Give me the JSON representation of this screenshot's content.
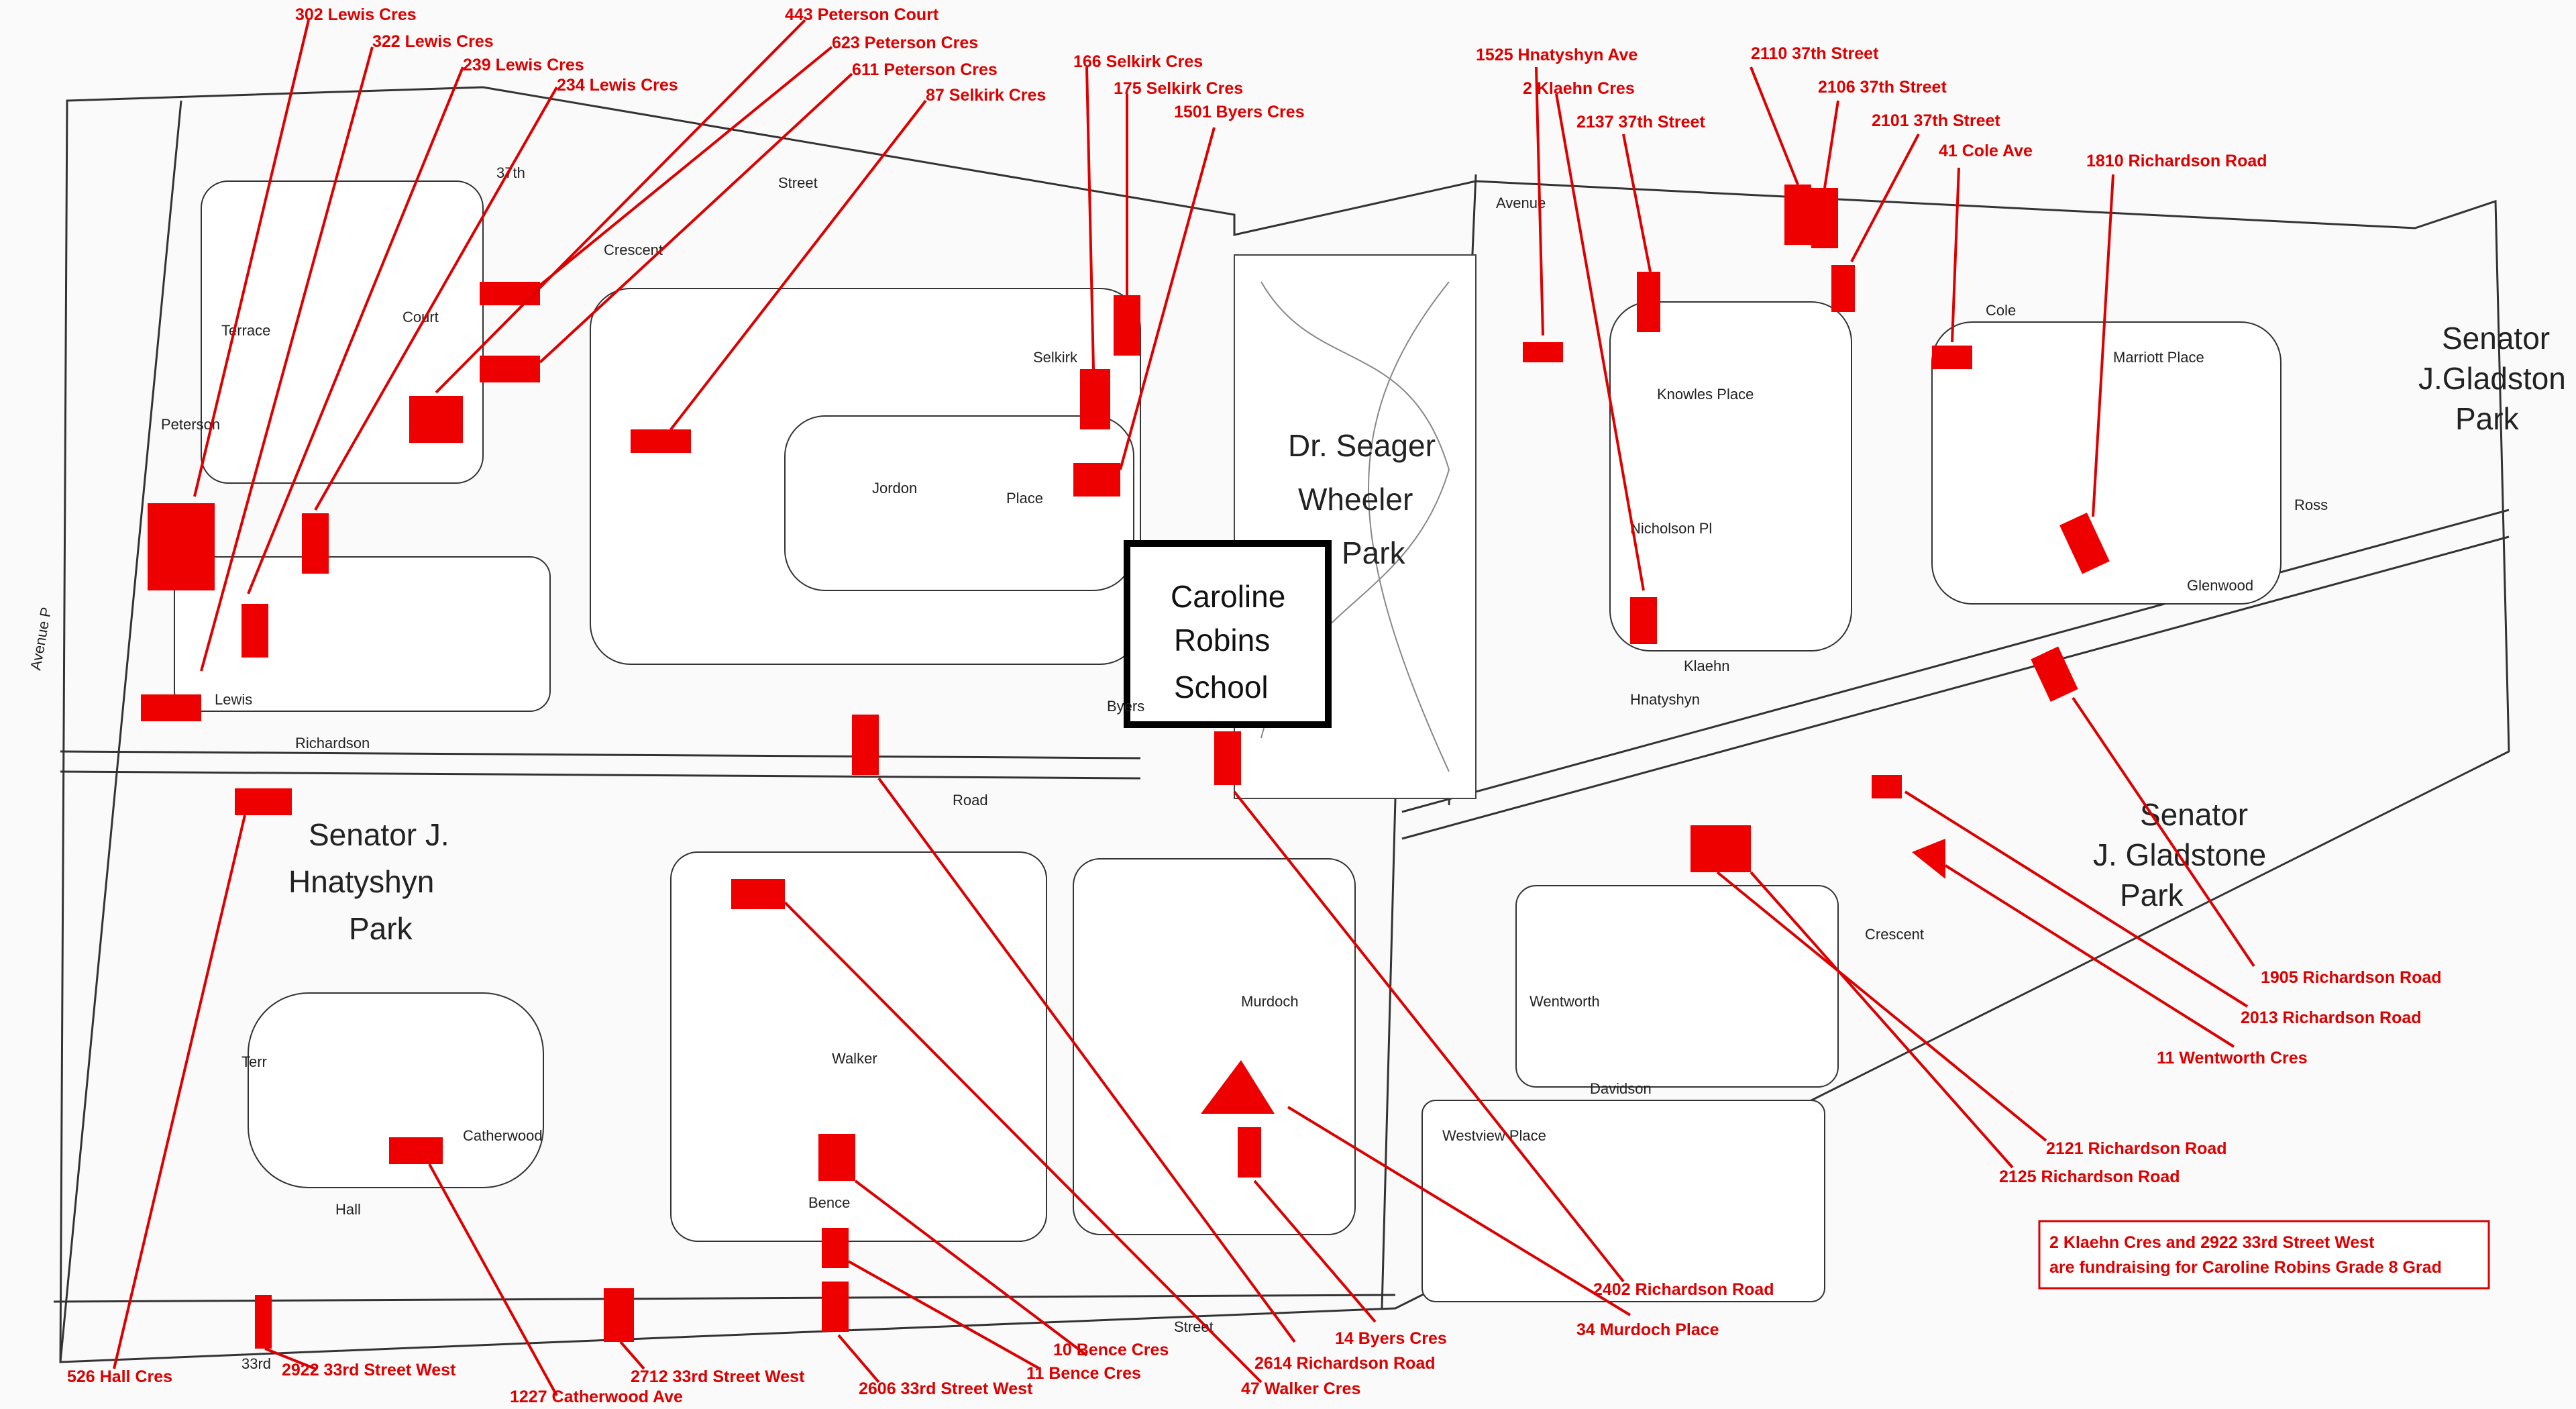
{
  "parks": [
    "Dr. Seager Wheeler Park",
    "Senator J. Hnatyshyn Park",
    "Senator J. Gladstone Park",
    "Senator J.Gladston Park"
  ],
  "school": "Caroline Robins School",
  "streets": [
    "37th",
    "Street",
    "Peterson",
    "Court",
    "Crescent",
    "Terrace",
    "Selkirk",
    "Jordon",
    "Place",
    "Byers",
    "Richardson",
    "Road",
    "Lewis",
    "Avenue",
    "Hnatyshyn",
    "Klaehn",
    "Knowles Place",
    "Nicholson Pl",
    "Cole",
    "Marriott Place",
    "Glenwood",
    "Ross",
    "Wentworth",
    "Davidson",
    "Westview Place",
    "Murdoch",
    "Walker",
    "Bence",
    "Hall",
    "Catherwood",
    "Terr",
    "33rd",
    "Avenue P",
    "Crescent",
    "Street"
  ],
  "addresses": [
    "302 Lewis Cres",
    "322 Lewis Cres",
    "239 Lewis Cres",
    "234 Lewis Cres",
    "443 Peterson Court",
    "623 Peterson Cres",
    "611 Peterson Cres",
    "87 Selkirk Cres",
    "166 Selkirk Cres",
    "175 Selkirk Cres",
    "1501 Byers Cres",
    "1525 Hnatyshyn Ave",
    "2 Klaehn Cres",
    "2137 37th Street",
    "2110 37th Street",
    "2106 37th Street",
    "2101 37th Street",
    "41 Cole Ave",
    "1810 Richardson Road",
    "1905 Richardson Road",
    "2013 Richardson Road",
    "11 Wentworth Cres",
    "2121 Richardson Road",
    "2125 Richardson Road",
    "2402 Richardson Road",
    "34 Murdoch Place",
    "14 Byers Cres",
    "2614 Richardson Road",
    "47 Walker Cres",
    "10 Bence Cres",
    "11 Bence Cres",
    "2606 33rd Street West",
    "2712 33rd Street West",
    "1227 Catherwood Ave",
    "2922 33rd  Street West",
    "526 Hall Cres"
  ],
  "note": {
    "line1": "2 Klaehn Cres and 2922 33rd Street West",
    "line2": "are fundraising for Caroline Robins Grade 8 Grad"
  }
}
